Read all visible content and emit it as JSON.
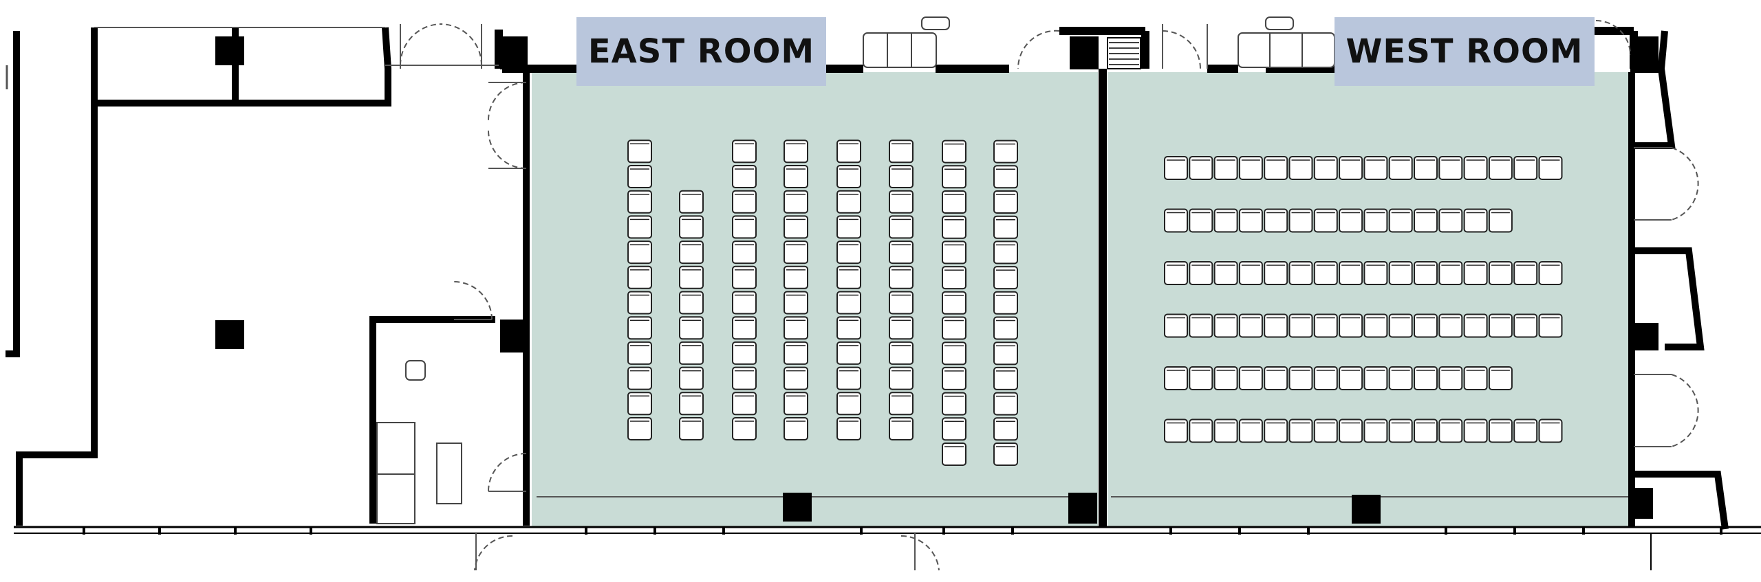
{
  "rooms": {
    "east": {
      "label": "EAST ROOM",
      "fill": "#c9dcd6"
    },
    "west": {
      "label": "WEST ROOM",
      "fill": "#c9dcd6"
    }
  },
  "seating": {
    "east": {
      "layout": "columns",
      "seats_per_column": [
        12,
        10,
        12,
        12,
        12,
        12,
        13,
        13
      ]
    },
    "west": {
      "layout": "rows",
      "seats_per_row": [
        16,
        14,
        16,
        16,
        14,
        16
      ]
    }
  },
  "colors": {
    "wall": "#000000",
    "label_bg": "#b9c6dc",
    "line": "#333333"
  }
}
